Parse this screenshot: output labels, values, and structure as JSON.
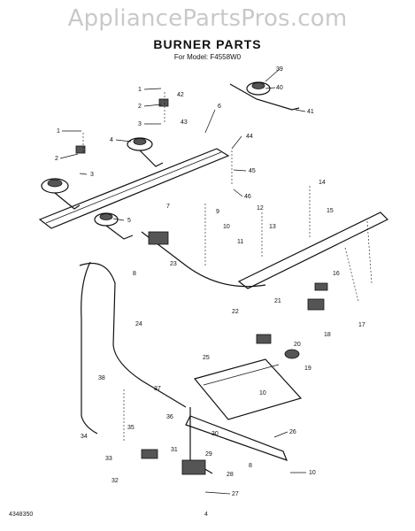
{
  "watermark": "AppliancePartsPros.com",
  "title": "BURNER PARTS",
  "subtitle": "For Model: F4558W0",
  "footer": {
    "doc_number": "4348350",
    "page_number": "4"
  },
  "callouts": [
    "1",
    "2",
    "3",
    "4",
    "5",
    "6",
    "7",
    "8",
    "9",
    "10",
    "11",
    "12",
    "13",
    "14",
    "15",
    "16",
    "17",
    "18",
    "19",
    "20",
    "21",
    "22",
    "23",
    "24",
    "25",
    "26",
    "27",
    "28",
    "29",
    "30",
    "31",
    "32",
    "33",
    "34",
    "35",
    "36",
    "37",
    "38",
    "39",
    "40",
    "41",
    "42",
    "43",
    "44",
    "45",
    "46"
  ]
}
